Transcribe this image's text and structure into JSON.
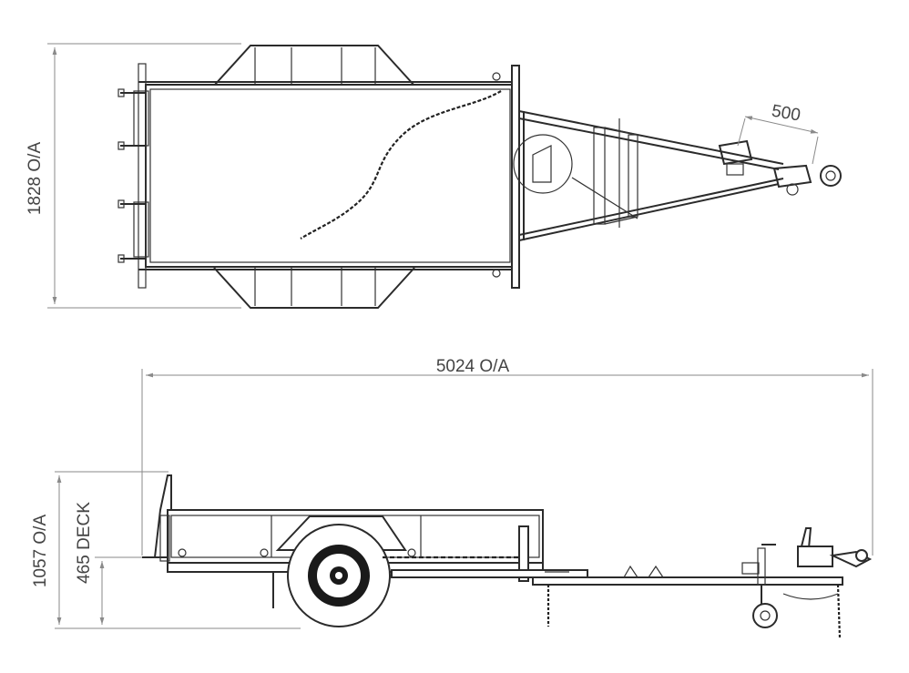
{
  "dimensions": {
    "width_overall": "1828 O/A",
    "length_overall": "5024 O/A",
    "height_overall": "1057 O/A",
    "deck_height": "465 DECK",
    "drawbar_detail": "500"
  },
  "colors": {
    "line": "#2b2b2b",
    "dimension_line": "#8a8a8a",
    "background": "#ffffff"
  }
}
